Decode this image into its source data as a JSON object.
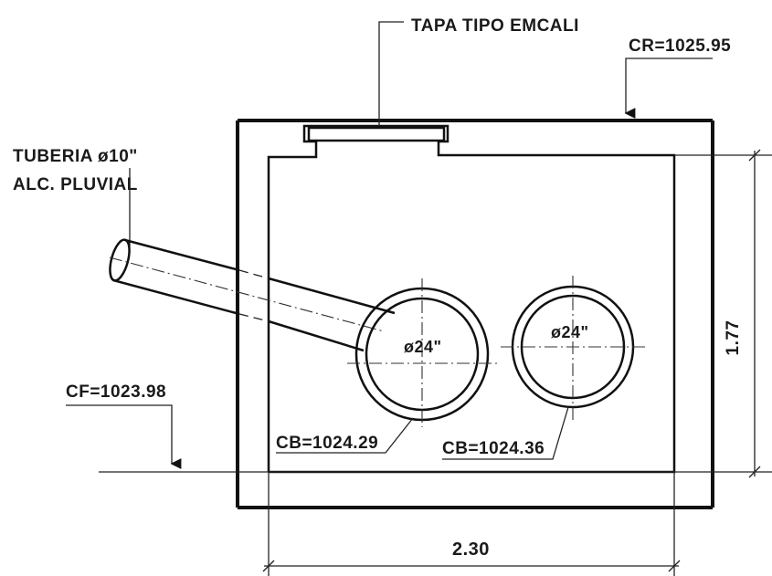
{
  "labels": {
    "tapa": "TAPA TIPO EMCALI",
    "cr": "CR=1025.95",
    "tuberia_line1": "TUBERIA ø10\"",
    "tuberia_line2": "ALC. PLUVIAL",
    "cf": "CF=1023.98",
    "cb_left": "CB=1024.29",
    "cb_right": "CB=1024.36",
    "pipe_left_diameter": "ø24\"",
    "pipe_right_diameter": "ø24\"",
    "height_dim": "1.77",
    "width_dim": "2.30"
  },
  "colors": {
    "line": "#111111",
    "background": "#ffffff"
  }
}
